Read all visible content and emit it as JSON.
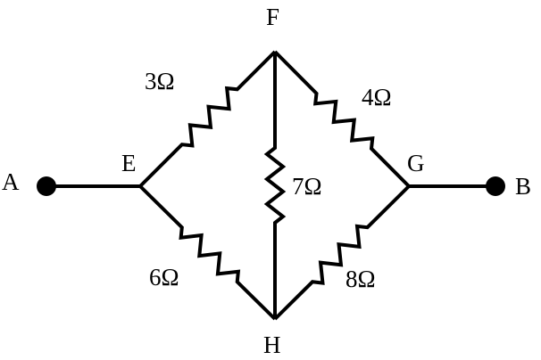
{
  "nodes": {
    "A": "A",
    "B": "B",
    "E": "E",
    "F": "F",
    "G": "G",
    "H": "H"
  },
  "resistors": [
    {
      "id": "EF",
      "value": "3Ω"
    },
    {
      "id": "FG",
      "value": "4Ω"
    },
    {
      "id": "FH",
      "value": "7Ω"
    },
    {
      "id": "EH",
      "value": "6Ω"
    },
    {
      "id": "GH",
      "value": "8Ω"
    }
  ],
  "colors": {
    "stroke": "#000000",
    "background": "#ffffff"
  }
}
